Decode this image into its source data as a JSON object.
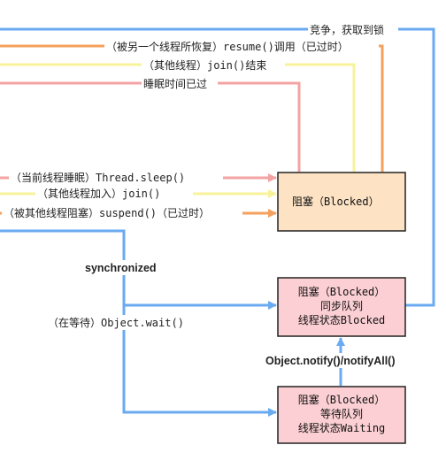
{
  "labels": {
    "compete_lock": "竞争，获取到锁",
    "resume": "（被另一个线程所恢复）resume()调用（已过时）",
    "join_end": "（其他线程）join()结束",
    "sleep_over": "睡眠时间已过",
    "sleep": "（当前线程睡眠）Thread.sleep()",
    "join_in": "（其他线程加入）join()",
    "suspend": "（被其他线程阻塞）suspend()（已过时）",
    "synchronized": "synchronized",
    "wait": "（在等待）Object.wait()",
    "notify": "Object.notify()/notifyAll()"
  },
  "boxes": {
    "blocked": {
      "line1": "阻塞（Blocked）"
    },
    "sync_queue": {
      "line1": "阻塞（Blocked）",
      "line2": "同步队列",
      "line3": "线程状态Blocked"
    },
    "wait_queue": {
      "line1": "阻塞（Blocked）",
      "line2": "等待队列",
      "line3": "线程状态Waiting"
    }
  },
  "colors": {
    "blue": "#6aaaf0",
    "orange": "#f5a05c",
    "pink": "#f4a3a3",
    "yellow": "#f8f39a",
    "box_blocked_fill": "#fde2c4",
    "box_queue_fill": "#fbcfd3",
    "box_stroke": "#222222"
  }
}
